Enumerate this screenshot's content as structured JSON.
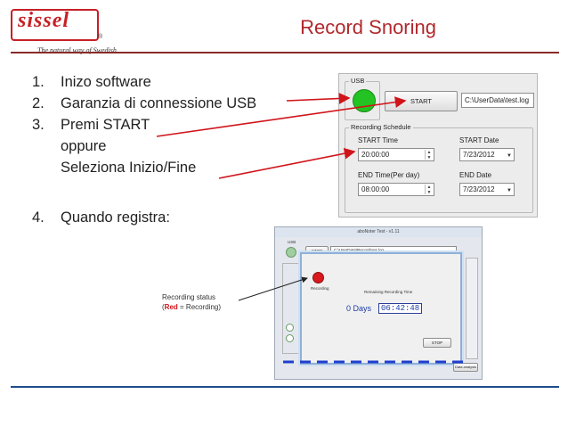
{
  "brand": {
    "logo_text": "sissel",
    "registered": "®",
    "tagline": "The natural way of Swedish"
  },
  "title": "Record Snoring",
  "steps": [
    {
      "num": "1.",
      "text": "Inizo software"
    },
    {
      "num": "2.",
      "text": "Garanzia di connessione USB"
    },
    {
      "num": "3.",
      "text": "Premi START",
      "extra": [
        "oppure",
        "Seleziona Inizio/Fine"
      ]
    },
    {
      "num": "4.",
      "text": "Quando registra:"
    }
  ],
  "panel": {
    "usb_label": "USB",
    "start_button": "START",
    "file_path": "C:\\UserData\\test.log",
    "schedule_label": "Recording Schedule",
    "start_time_label": "START Time",
    "start_time_value": "20:00:00",
    "start_date_label": "START Date",
    "start_date_value": "7/23/2012",
    "end_time_label": "END Time(Per day)",
    "end_time_value": "08:00:00",
    "end_date_label": "END Date",
    "end_date_value": "7/23/2012",
    "colors": {
      "usb_led": "#22c322"
    }
  },
  "window2": {
    "title": "aboNoter Test - v1.11",
    "usb_label": "USB",
    "start_button": "STOP",
    "file_path": "C:\\UserData\\Recordings.log",
    "recording_label": "Recording",
    "remaining_label": "Remaining Recording Time",
    "days_label": "0 Days",
    "timer_value": "06:42:48",
    "stop_button": "STOP",
    "data_analysis_button": "Data analysis",
    "colors": {
      "recording_led": "#d8191e"
    }
  },
  "annotation": {
    "line1": "Recording status",
    "paren_open": "(",
    "red_word": "Red",
    "rest": " = Recording)"
  }
}
